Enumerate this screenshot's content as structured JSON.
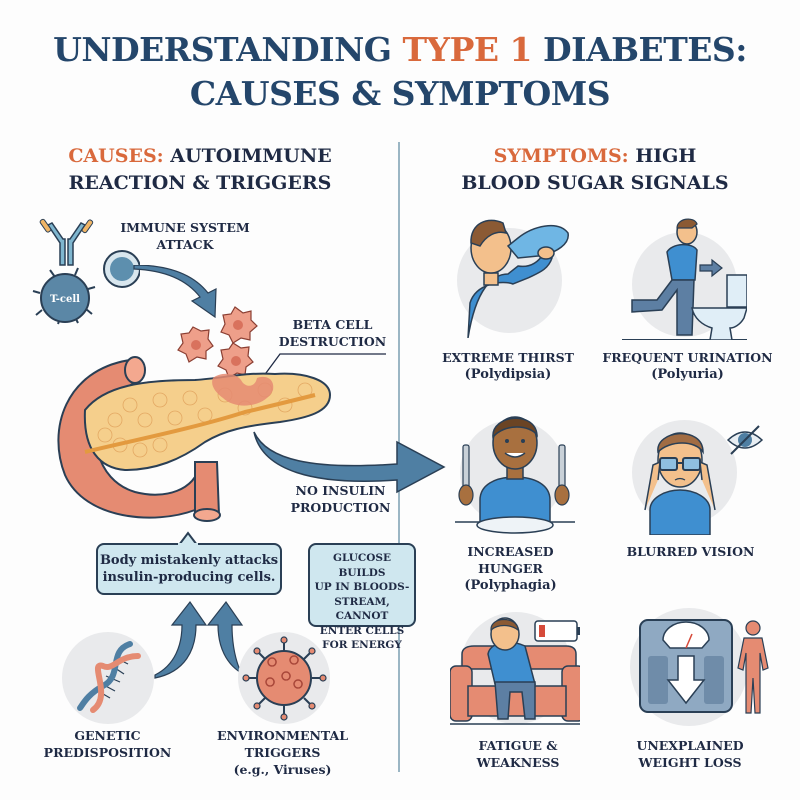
{
  "title": {
    "prefix": "UNDERSTANDING ",
    "accent": "TYPE 1",
    "suffix": " DIABETES:",
    "line2": "CAUSES & SYMPTOMS"
  },
  "colors": {
    "navy": "#24466b",
    "text": "#1f2a44",
    "accent_orange": "#d9693c",
    "arrow_blue": "#4f7fa3",
    "callout_bg": "#cfe7ef",
    "divider": "#9bb6c4",
    "shirt_blue": "#3f8fd0",
    "tissue_orange": "#e58b72",
    "pancreas_yellow": "#f5cf8c"
  },
  "causes": {
    "heading_accent": "CAUSES:",
    "heading_rest": " AUTOIMMUNE",
    "heading_line2": "REACTION & TRIGGERS",
    "immune_attack": {
      "line1": "IMMUNE SYSTEM",
      "line2": "ATTACK",
      "icon": "antibody-tcell-icon"
    },
    "tcell_label": "T-cell",
    "beta_cell": {
      "line1": "BETA CELL",
      "line2": "DESTRUCTION",
      "icon": "beta-cells-icon"
    },
    "no_insulin": {
      "line1": "NO INSULIN",
      "line2": "PRODUCTION"
    },
    "pancreas_icon": "pancreas-icon",
    "callout_body": {
      "line1": "Body mistakenly attacks",
      "line2": "insulin-producing cells."
    },
    "callout_glucose": {
      "lines": [
        "GLUCOSE BUILDS",
        "UP IN BLOODS-",
        "STREAM, CANNOT",
        "ENTER CELLS",
        "FOR ENERGY"
      ]
    },
    "genetic": {
      "line1": "GENETIC",
      "line2": "PREDISPOSITION",
      "icon": "dna-icon"
    },
    "environmental": {
      "line1": "ENVIRONMENTAL",
      "line2": "TRIGGERS",
      "sub": "(e.g., Viruses)",
      "icon": "virus-icon"
    }
  },
  "symptoms": {
    "heading_accent": "SYMPTOMS:",
    "heading_rest": " HIGH",
    "heading_line2": "BLOOD SUGAR SIGNALS",
    "items": [
      {
        "title": "EXTREME THIRST",
        "sub": "(Polydipsia)",
        "icon": "drinking-water-icon"
      },
      {
        "title": "FREQUENT URINATION",
        "sub": "(Polyuria)",
        "icon": "toilet-run-icon"
      },
      {
        "title": "INCREASED HUNGER",
        "sub": "(Polyphagia)",
        "icon": "eating-icon"
      },
      {
        "title": "BLURRED VISION",
        "sub": "",
        "icon": "blurred-vision-icon"
      },
      {
        "title": "FATIGUE &",
        "sub": "WEAKNESS",
        "icon": "fatigue-couch-icon"
      },
      {
        "title": "UNEXPLAINED",
        "sub": "WEIGHT LOSS",
        "icon": "weight-scale-icon"
      }
    ]
  }
}
